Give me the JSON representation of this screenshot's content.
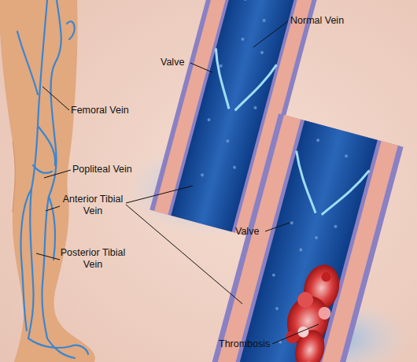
{
  "diagram": {
    "labels": [
      "Femoral Vein",
      "Popliteal Vein",
      "Anterior Tibial Vein",
      "Posterior Tibial Vein",
      "Valve",
      "Normal Vein",
      "Valve",
      "Thrombosis"
    ]
  }
}
